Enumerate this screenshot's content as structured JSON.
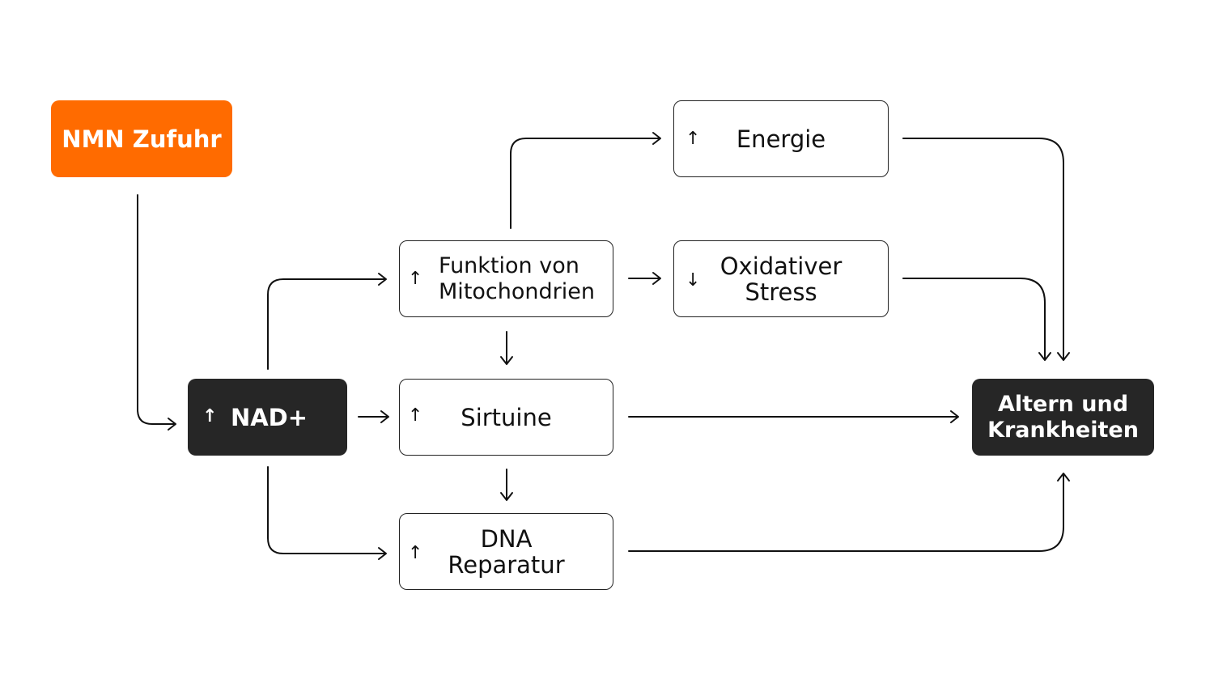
{
  "nodes": {
    "nmn": {
      "label": "NMN Zufuhr"
    },
    "nad": {
      "symbol": "↑",
      "label": "NAD+"
    },
    "mito": {
      "symbol": "↑",
      "label": "Funktion von\nMitochondrien"
    },
    "energie": {
      "symbol": "↑",
      "label": "Energie"
    },
    "oxidativ": {
      "symbol": "↓",
      "label": "Oxidativer\nStress"
    },
    "sirtuine": {
      "symbol": "↑",
      "label": "Sirtuine"
    },
    "dna": {
      "symbol": "↑",
      "label": "DNA\nReparatur"
    },
    "altern": {
      "label": "Altern und\nKrankheiten"
    }
  },
  "colors": {
    "accent": "#FF6B00",
    "dark": "#262626",
    "line": "#111111"
  }
}
